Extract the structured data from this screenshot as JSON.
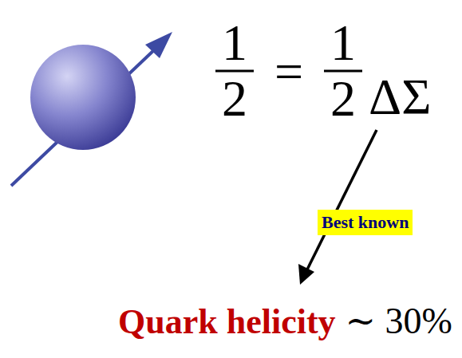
{
  "diagram": {
    "nodes": [
      {
        "text": [
          "Best known"
        ]
      }
    ],
    "labels": [
      "1",
      "2",
      "=",
      "1",
      "2",
      "ΔΣ",
      "Quark helicity",
      "∼ 30%"
    ]
  }
}
